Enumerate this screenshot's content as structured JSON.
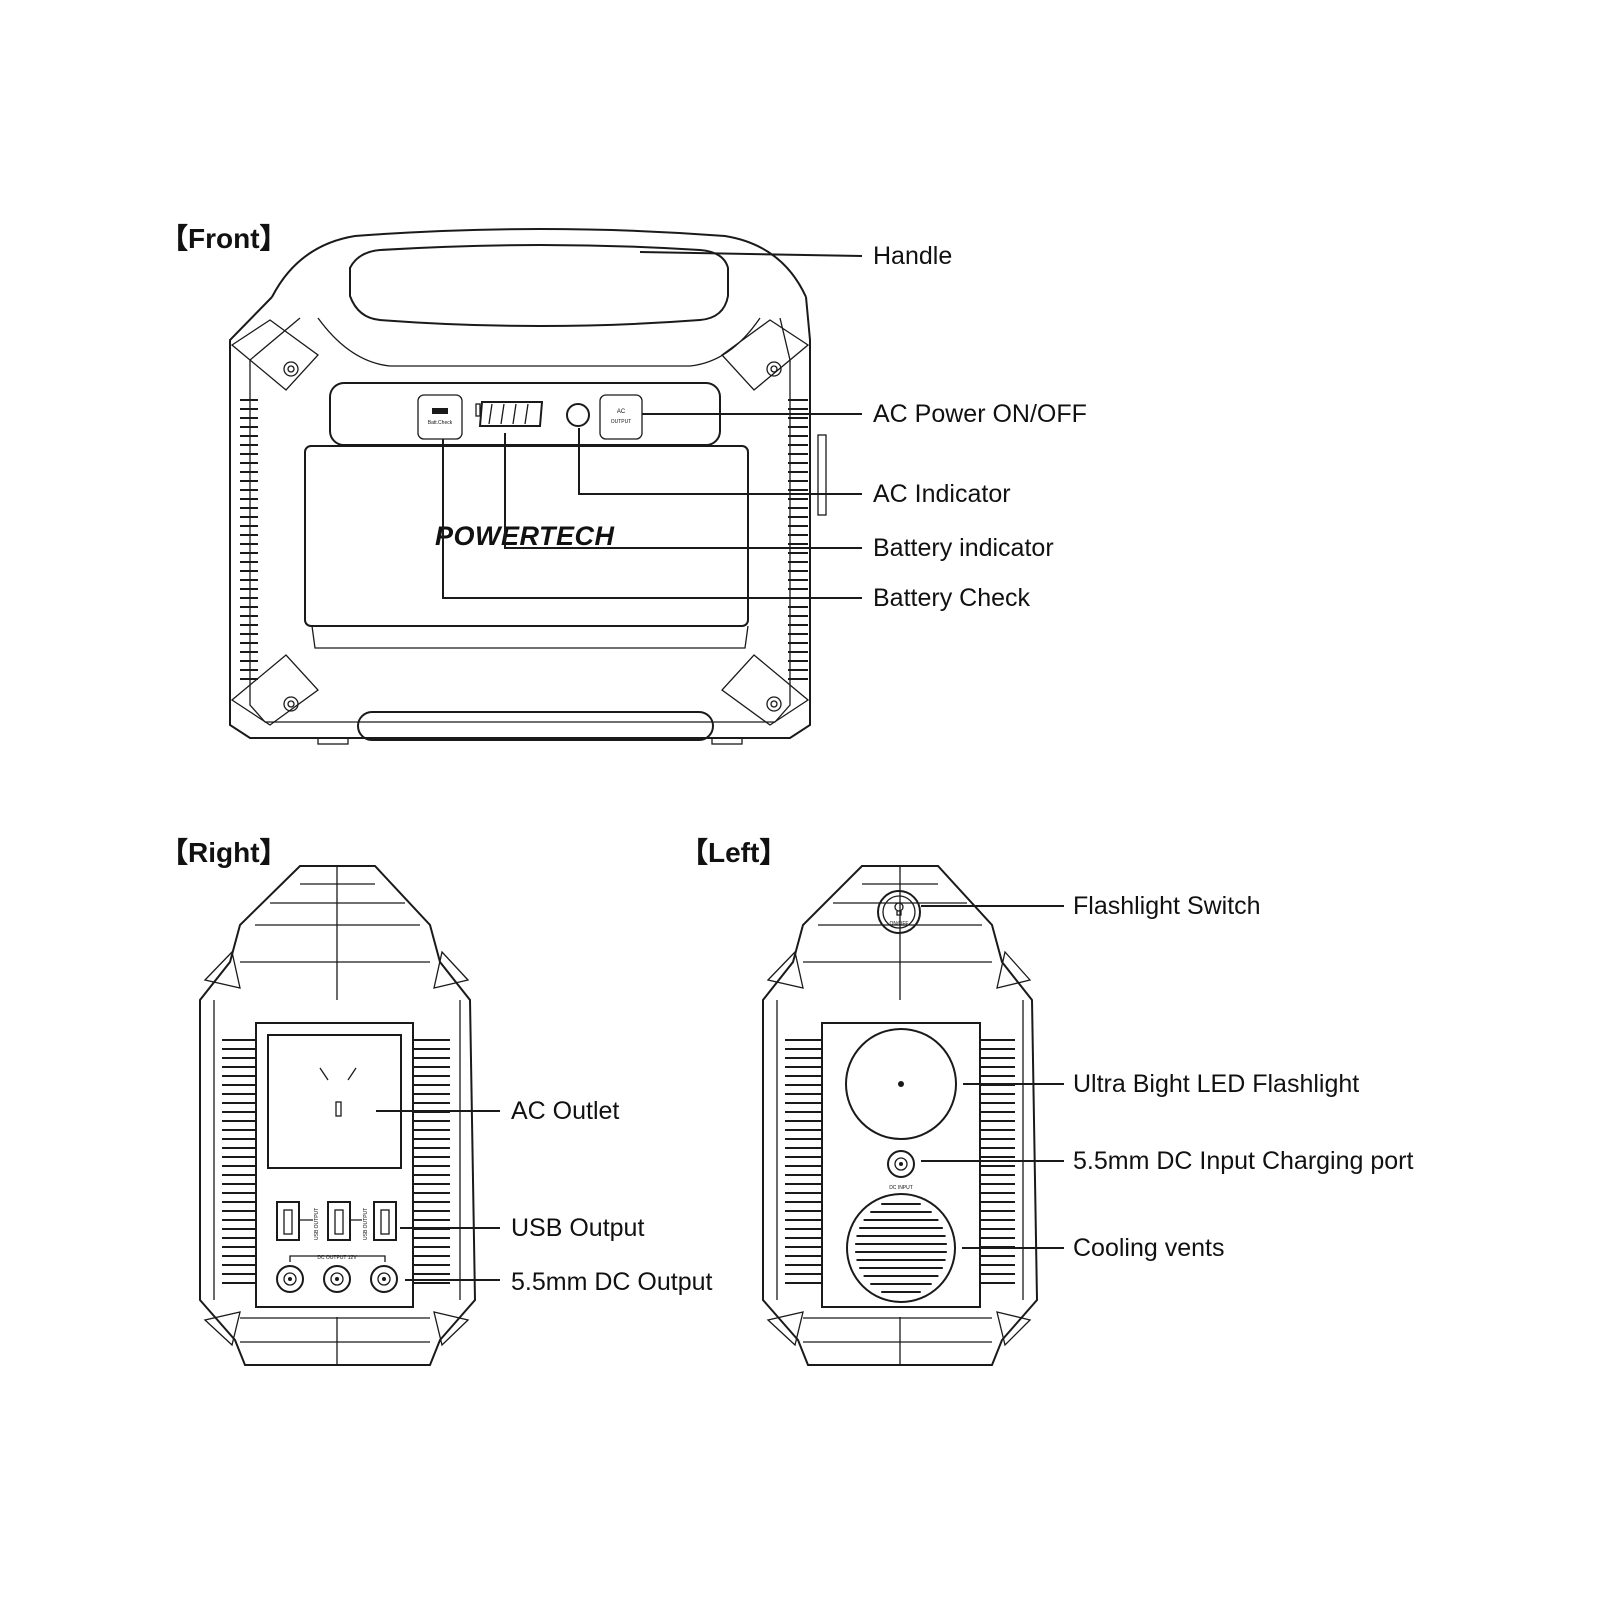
{
  "views": {
    "front": {
      "title": "【Front】",
      "brand": "POWERTECH",
      "panel": {
        "batt_check": "Batt.Check",
        "ac_top": "AC",
        "ac_bottom": "OUTPUT"
      },
      "callouts": {
        "handle": "Handle",
        "ac_power": "AC Power ON/OFF",
        "ac_indicator": "AC Indicator",
        "battery_indicator": "Battery indicator",
        "battery_check": "Battery Check"
      }
    },
    "right": {
      "title": "【Right】",
      "panel": {
        "usb_output": "USB OUTPUT",
        "dc_output": "DC OUTPUT 12V"
      },
      "callouts": {
        "ac_outlet": "AC Outlet",
        "usb_output": "USB Output",
        "dc_output": "5.5mm DC Output"
      }
    },
    "left": {
      "title": "【Left】",
      "panel": {
        "switch": "ON/OFF",
        "dc_input": "DC INPUT"
      },
      "callouts": {
        "flashlight_switch": "Flashlight Switch",
        "led_flashlight": "Ultra Bight LED Flashlight",
        "dc_input": "5.5mm DC Input Charging port",
        "cooling_vents": "Cooling vents"
      }
    }
  }
}
